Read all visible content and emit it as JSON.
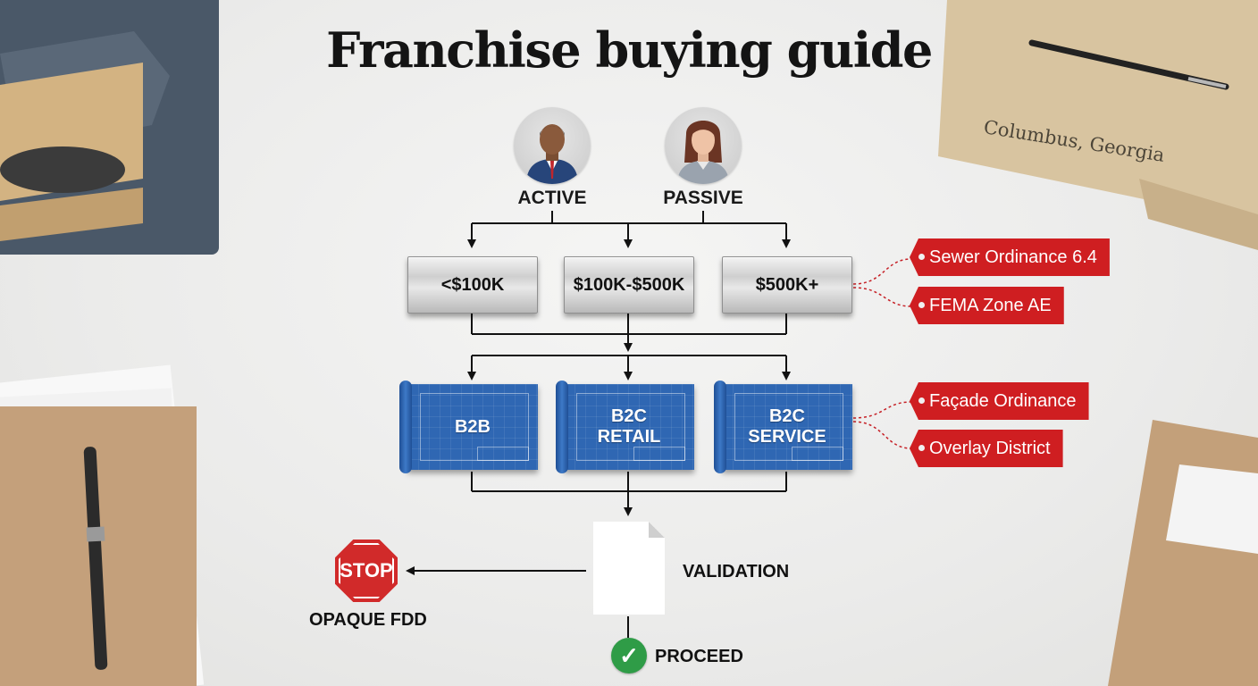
{
  "title": "Franchise buying guide",
  "roles": [
    {
      "label": "ACTIVE",
      "avatar": "male-businessman-icon"
    },
    {
      "label": "PASSIVE",
      "avatar": "female-businesswoman-icon"
    }
  ],
  "investment_tiers": [
    {
      "label": "<$100K"
    },
    {
      "label": "$100K-$500K"
    },
    {
      "label": "$500K+"
    }
  ],
  "business_types": [
    {
      "line1": "B2B",
      "line2": ""
    },
    {
      "line1": "B2C",
      "line2": "RETAIL"
    },
    {
      "line1": "B2C",
      "line2": "SERVICE"
    }
  ],
  "regulatory_tags_top": [
    {
      "label": "Sewer Ordinance 6.4"
    },
    {
      "label": "FEMA Zone AE"
    }
  ],
  "regulatory_tags_bottom": [
    {
      "label": "Façade Ordinance"
    },
    {
      "label": "Overlay District"
    }
  ],
  "validation": {
    "label": "VALIDATION",
    "icon": "document-icon"
  },
  "reject": {
    "sign": "STOP",
    "label": "OPAQUE FDD",
    "icon": "stop-sign-icon"
  },
  "approve": {
    "label": "PROCEED",
    "icon": "green-check-icon"
  },
  "folder_note": "Columbus, Georgia",
  "colors": {
    "tag_red": "#cf1e21",
    "blueprint_blue": "#2f67b3",
    "check_green": "#2f9c47",
    "stop_red": "#d12a2a"
  }
}
